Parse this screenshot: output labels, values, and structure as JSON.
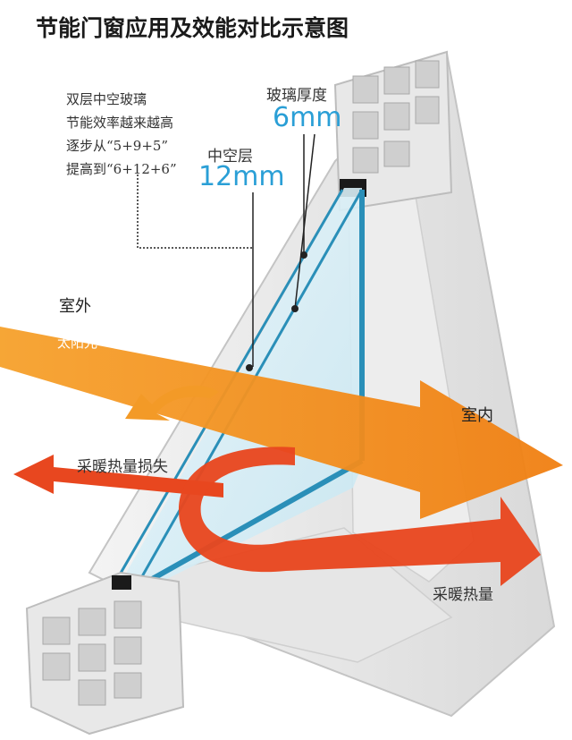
{
  "title": "节能门窗应用及效能对比示意图",
  "note_lines": [
    "双层中空玻璃",
    "节能效率越来越高",
    "逐步从“5+9+5”",
    "提高到“6+12+6”"
  ],
  "glass_thickness": {
    "label": "玻璃厚度",
    "value": "6mm"
  },
  "air_layer": {
    "label": "中空层",
    "value": "12mm"
  },
  "outdoor_label": "室外",
  "sunlight_label": "太阳光",
  "indoor_label": "室内",
  "heat_loss_label": "采暖热量损失",
  "heating_label": "采暖热量",
  "colors": {
    "sun_arrow": "#f08a1c",
    "heat_arrow": "#e8471f",
    "glass_edge": "#2a8fb8",
    "accent_text": "#2a9fd6"
  }
}
